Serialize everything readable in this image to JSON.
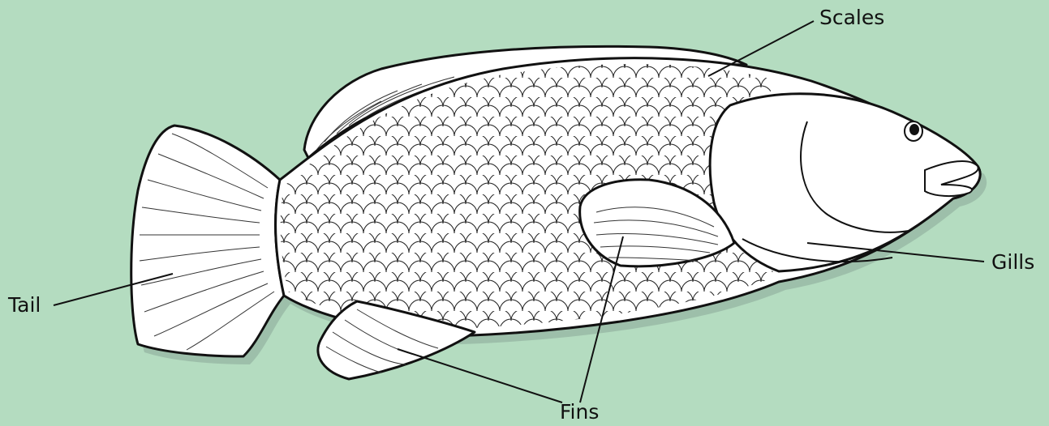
{
  "background_color": "#b4dcc0",
  "figure": {
    "subject": "fish-illustration",
    "colors": {
      "body": "#ffffff",
      "outline": "#111111",
      "shadow": "#8aa897"
    }
  },
  "labels": {
    "scales": "Scales",
    "gills": "Gills",
    "tail": "Tail",
    "fins": "Fins"
  }
}
